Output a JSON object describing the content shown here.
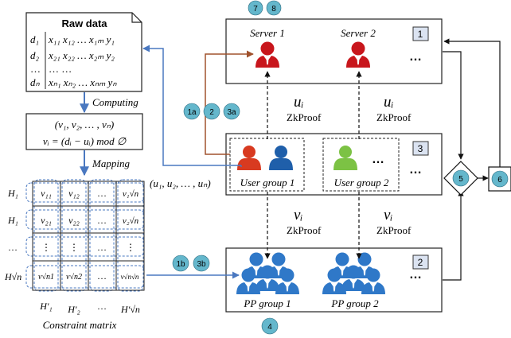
{
  "raw_data": {
    "title": "Raw data",
    "rows": [
      {
        "d": "d₁",
        "x": "x₁₁  x₁₂  …  x₁ₘ  y₁"
      },
      {
        "d": "d₂",
        "x": "x₂₁  x₂₂  …  x₂ₘ  y₂"
      },
      {
        "d": "…",
        "x": "…           …"
      },
      {
        "d": "dₙ",
        "x": "xₙ₁  xₙ₂  …  xₙₘ  yₙ"
      }
    ]
  },
  "computing_label": "Computing",
  "vector_box": {
    "line1": "(v₁, v₂, … , vₙ)",
    "line2": "vᵢ = (dᵢ − uᵢ) mod ∅"
  },
  "mapping_label": "Mapping",
  "matrix": {
    "row_labels": [
      "H₁",
      "H₁",
      "…",
      "H√n"
    ],
    "cells": [
      [
        "v₁₁",
        "v₁₂",
        "…",
        "v₁√n"
      ],
      [
        "v₂₁",
        "v₂₂",
        "…",
        "v₂√n"
      ],
      [
        "⋮",
        "⋮",
        "…",
        "⋮"
      ],
      [
        "v√n1",
        "v√n2",
        "…",
        "v√n√n"
      ]
    ],
    "col_labels": [
      "H′₁",
      "H′₂",
      "…",
      "H′√n"
    ],
    "caption": "Constraint matrix"
  },
  "u_vector": "(u₁, u₂, … , uₙ)",
  "servers": {
    "labels": [
      "Server 1",
      "Server 2"
    ],
    "ellipsis": "…",
    "box_number": "1"
  },
  "user_groups": {
    "labels": [
      "User group 1",
      "User group 2"
    ],
    "inner_ellipsis": "…",
    "ellipsis": "…",
    "box_number": "3"
  },
  "pp_groups": {
    "labels": [
      "PP group 1",
      "PP group 2"
    ],
    "ellipsis": "…",
    "box_number": "2"
  },
  "edge_labels": {
    "u1": "uᵢ",
    "zk1": "ZkProof",
    "u2": "uᵢ",
    "zk2": "ZkProof",
    "v1": "vᵢ",
    "zk3": "ZkProof",
    "v2": "vᵢ",
    "zk4": "ZkProof"
  },
  "steps": {
    "s7": "7",
    "s8": "8",
    "s1a": "1a",
    "s2": "2",
    "s3a": "3a",
    "s1b": "1b",
    "s3b": "3b",
    "s4": "4",
    "s5": "5",
    "s6": "6"
  },
  "colors": {
    "server_red": "#c8161c",
    "user_red": "#d83a20",
    "user_blue": "#1f5faa",
    "user_green": "#7cc244",
    "pp_blue": "#2f78c8",
    "step_circle": "#64b7cc",
    "arrow_blue": "#4a78c0",
    "arrow_brown": "#a0522d"
  }
}
